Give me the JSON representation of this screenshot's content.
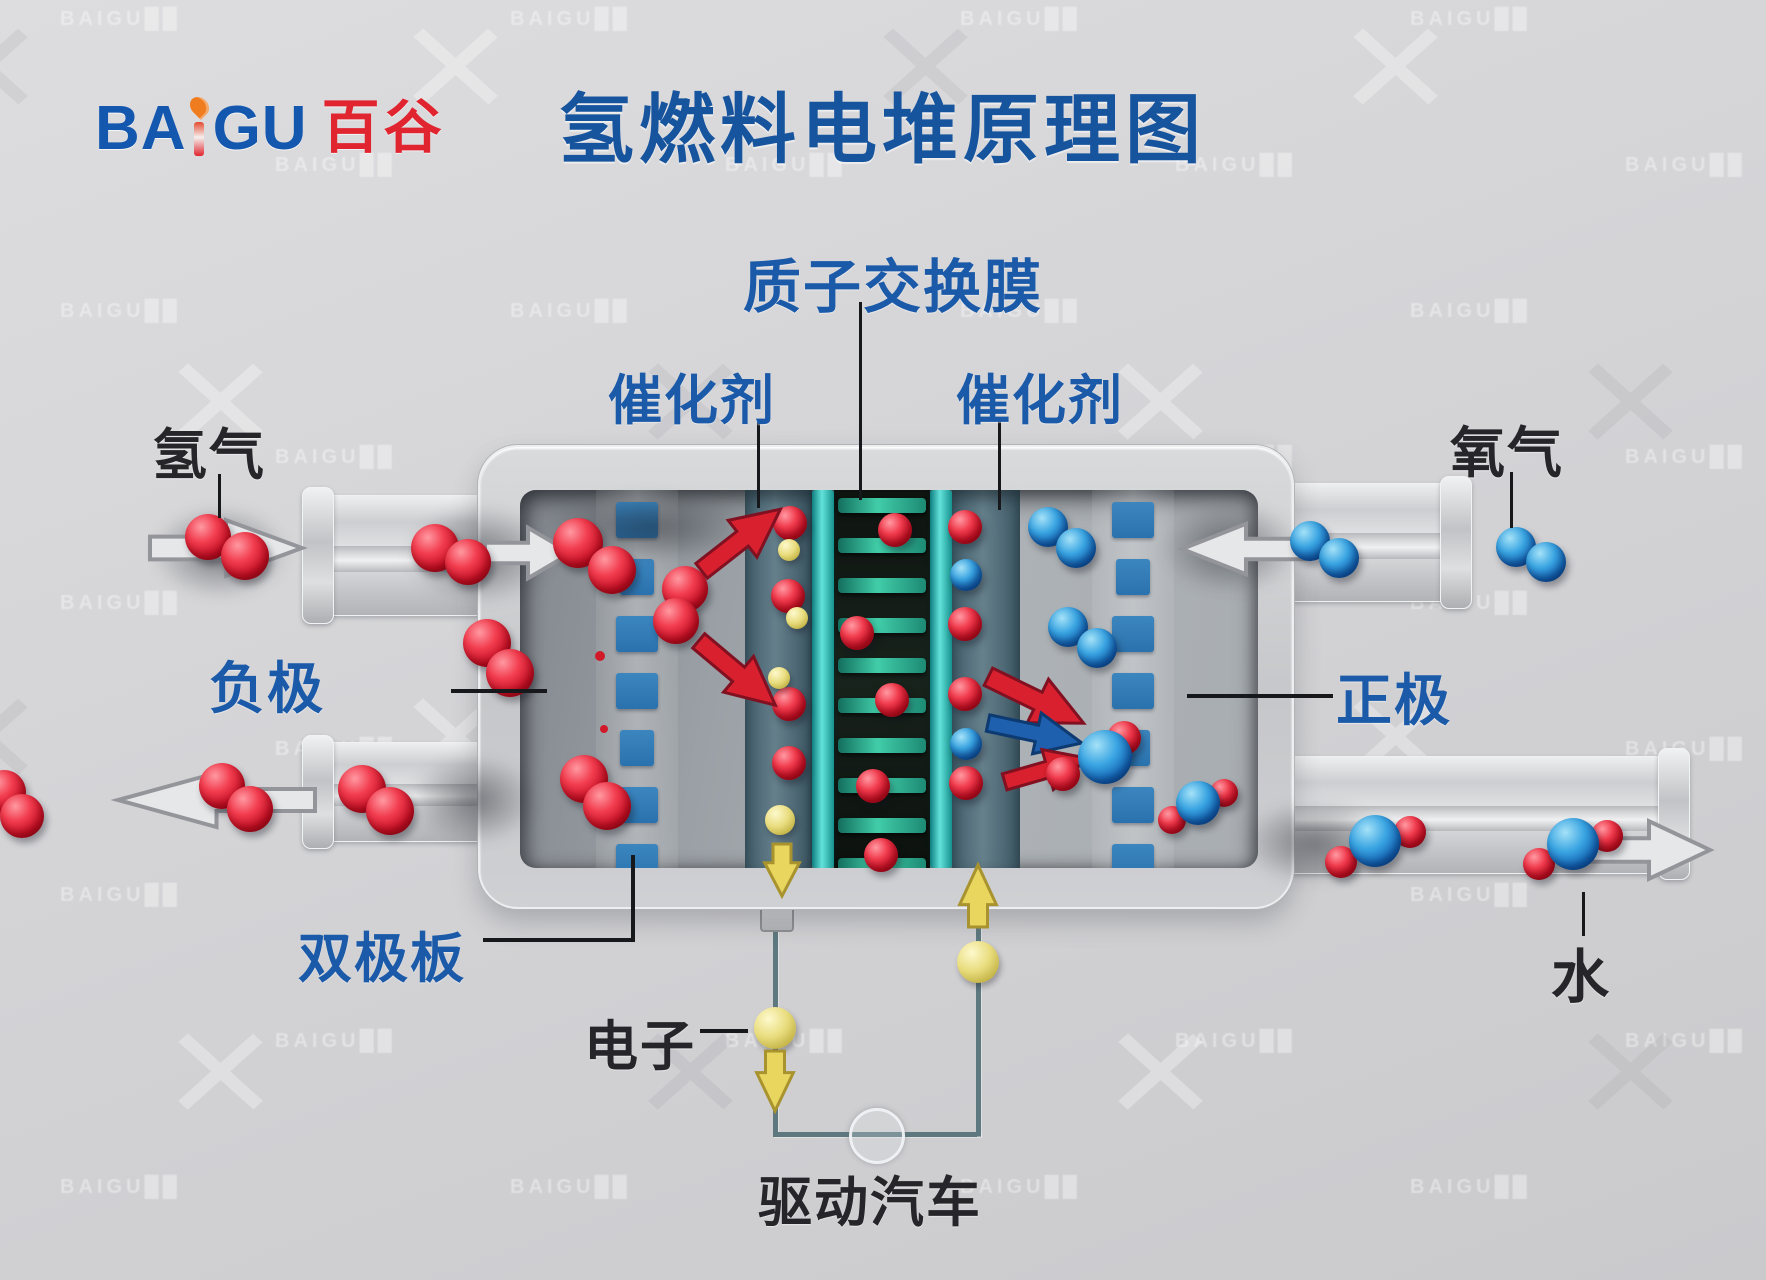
{
  "logo": {
    "text_ba": "BA",
    "text_gu": "GU",
    "text_cn": "百谷"
  },
  "title": "氢燃料电堆原理图",
  "labels": {
    "membrane": "质子交换膜",
    "catalyst_left": "催化剂",
    "catalyst_right": "催化剂",
    "hydrogen": "氢气",
    "oxygen": "氧气",
    "anode": "负极",
    "cathode": "正极",
    "bipolar_plate": "双极板",
    "electron": "电子",
    "water": "水",
    "drive_car": "驱动汽车"
  },
  "watermark": {
    "text": "BAIGU"
  },
  "colors": {
    "title_blue": "#17549e",
    "label_blue": "#1b5aa8",
    "label_dark": "#26262a",
    "logo_blue": "#1457ae",
    "logo_red": "#e02531",
    "flame_orange": "#ef7d1f",
    "h2_red": "#c60f25",
    "o2_blue": "#1465b6",
    "electron_yellow": "#c4b447",
    "membrane_teal": "#41cda8",
    "bipolar_dash_blue": "#2a72ad"
  }
}
